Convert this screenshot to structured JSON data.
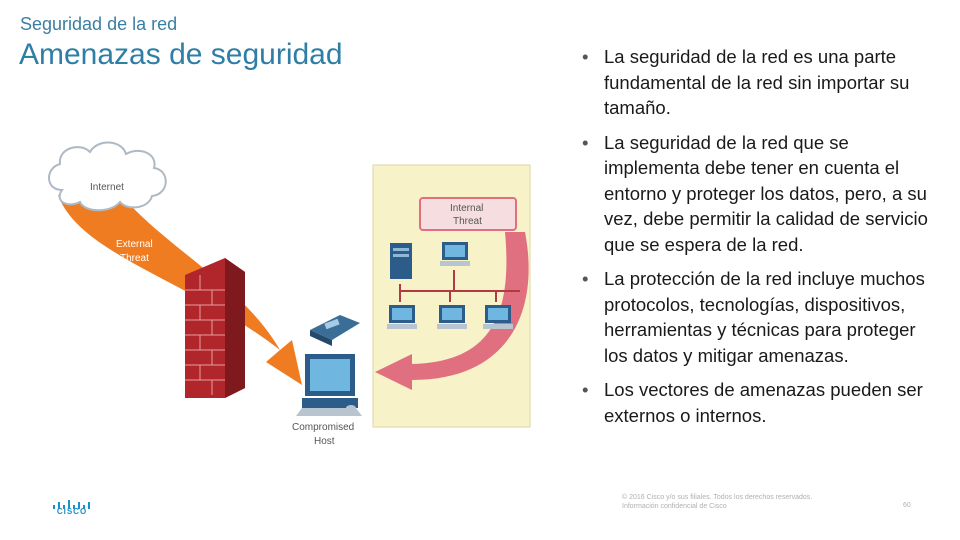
{
  "header": {
    "supertitle": "Seguridad de la red",
    "title": "Amenazas de seguridad"
  },
  "bullets": [
    "La seguridad de la red es una parte fundamental de la red sin importar su tamaño.",
    "La seguridad de la red que se implementa debe tener en cuenta el entorno y proteger los datos, pero, a su vez, debe permitir la calidad de servicio que se espera de la red.",
    "La protección de la red incluye muchos protocolos, tecnologías, dispositivos, herramientas y técnicas para proteger los datos y mitigar amenazas.",
    "Los vectores de amenazas pueden ser externos o internos."
  ],
  "bullet_symbol": "•",
  "diagram": {
    "cloud_label": "Internet",
    "external_threat_line1": "External",
    "external_threat_line2": "Threat",
    "internal_threat_line1": "Internal",
    "internal_threat_line2": "Threat",
    "host_line1": "Compromised",
    "host_line2": "Host"
  },
  "footer": {
    "logo_text": "CISCO",
    "copyright_line1": "© 2016 Cisco y/o sus filiales. Todos los derechos reservados.",
    "copyright_line2": "Información confidencial de Cisco",
    "page_number": "60"
  },
  "colors": {
    "title": "#2f7ea6",
    "external_threat": "#f07c22",
    "internal_threat": "#e0707f",
    "firewall": "#b0262b",
    "internal_zone": "#f7f2c8",
    "cisco_blue": "#1d8fc9"
  },
  "icons": [
    "cloud-icon",
    "firewall-icon",
    "ip-phone-icon",
    "workstation-icon",
    "server-icon",
    "computer-icon"
  ]
}
